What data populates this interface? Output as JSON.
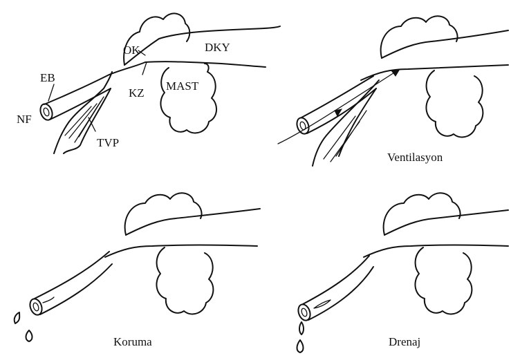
{
  "labels": {
    "panel1": {
      "nf": "NF",
      "eb": "EB",
      "ok": "OK",
      "kz": "KZ",
      "dky": "DKY",
      "mast": "MAST",
      "tvp": "TVP"
    },
    "captions": {
      "ventilation": "Ventilasyon",
      "protection": "Koruma",
      "drainage": "Drenaj"
    }
  }
}
